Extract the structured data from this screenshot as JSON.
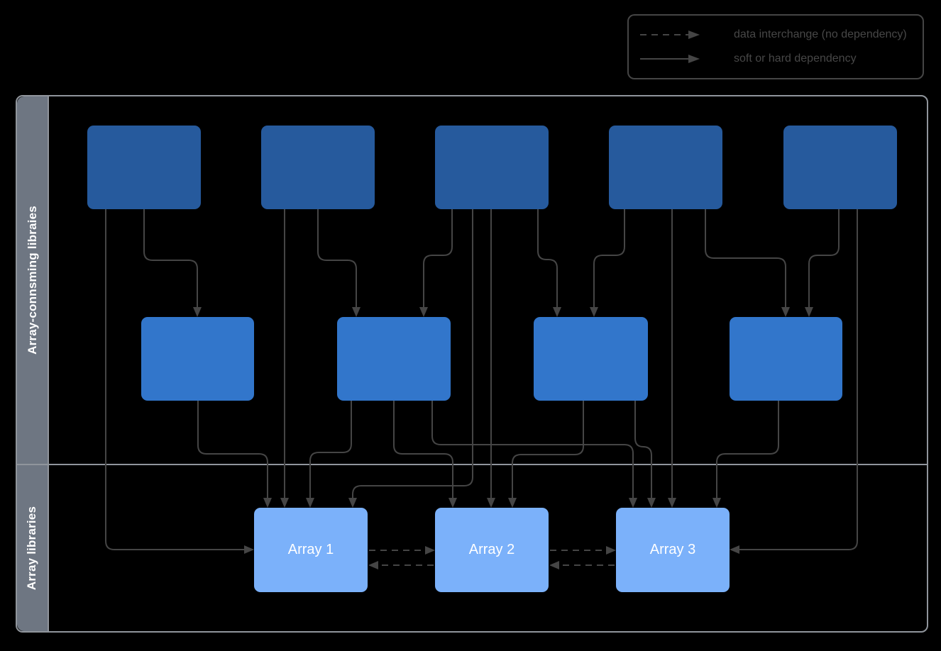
{
  "legend": {
    "items": [
      {
        "style": "dashed",
        "label": "data interchange (no dependency)"
      },
      {
        "style": "solid",
        "label": "soft or hard dependency"
      }
    ]
  },
  "lanes": [
    {
      "label": "Array-connsming libraies"
    },
    {
      "label": "Array libraries"
    }
  ],
  "diagram": {
    "nodes": [
      {
        "id": "c1",
        "role": "consumer-library",
        "label": ""
      },
      {
        "id": "c2",
        "role": "consumer-library",
        "label": ""
      },
      {
        "id": "c3",
        "role": "consumer-library",
        "label": ""
      },
      {
        "id": "c4",
        "role": "consumer-library",
        "label": ""
      },
      {
        "id": "c5",
        "role": "consumer-library",
        "label": ""
      },
      {
        "id": "m1",
        "role": "intermediate-library",
        "label": ""
      },
      {
        "id": "m2",
        "role": "intermediate-library",
        "label": ""
      },
      {
        "id": "m3",
        "role": "intermediate-library",
        "label": ""
      },
      {
        "id": "m4",
        "role": "intermediate-library",
        "label": ""
      },
      {
        "id": "a1",
        "role": "array-library",
        "label": "Array 1"
      },
      {
        "id": "a2",
        "role": "array-library",
        "label": "Array 2"
      },
      {
        "id": "a3",
        "role": "array-library",
        "label": "Array 3"
      }
    ],
    "edges": [
      {
        "from": "c1",
        "to": "a1",
        "kind": "soft or hard dependency"
      },
      {
        "from": "c1",
        "to": "m1",
        "kind": "soft or hard dependency"
      },
      {
        "from": "c2",
        "to": "a1",
        "kind": "soft or hard dependency"
      },
      {
        "from": "c2",
        "to": "m2",
        "kind": "soft or hard dependency"
      },
      {
        "from": "c3",
        "to": "m2",
        "kind": "soft or hard dependency"
      },
      {
        "from": "c3",
        "to": "a1",
        "kind": "soft or hard dependency"
      },
      {
        "from": "c3",
        "to": "a2",
        "kind": "soft or hard dependency"
      },
      {
        "from": "c3",
        "to": "m3",
        "kind": "soft or hard dependency"
      },
      {
        "from": "c4",
        "to": "m3",
        "kind": "soft or hard dependency"
      },
      {
        "from": "c4",
        "to": "a3",
        "kind": "soft or hard dependency"
      },
      {
        "from": "c4",
        "to": "m4",
        "kind": "soft or hard dependency"
      },
      {
        "from": "c5",
        "to": "m4",
        "kind": "soft or hard dependency"
      },
      {
        "from": "c5",
        "to": "a3",
        "kind": "soft or hard dependency"
      },
      {
        "from": "m1",
        "to": "a1",
        "kind": "soft or hard dependency"
      },
      {
        "from": "m2",
        "to": "a1",
        "kind": "soft or hard dependency"
      },
      {
        "from": "m2",
        "to": "a2",
        "kind": "soft or hard dependency"
      },
      {
        "from": "m2",
        "to": "a3",
        "kind": "soft or hard dependency"
      },
      {
        "from": "m3",
        "to": "a2",
        "kind": "soft or hard dependency"
      },
      {
        "from": "m3",
        "to": "a3",
        "kind": "soft or hard dependency"
      },
      {
        "from": "m4",
        "to": "a3",
        "kind": "soft or hard dependency"
      },
      {
        "from": "a1",
        "to": "a2",
        "kind": "data interchange (no dependency)"
      },
      {
        "from": "a2",
        "to": "a1",
        "kind": "data interchange (no dependency)"
      },
      {
        "from": "a2",
        "to": "a3",
        "kind": "data interchange (no dependency)"
      },
      {
        "from": "a3",
        "to": "a2",
        "kind": "data interchange (no dependency)"
      }
    ]
  },
  "colors": {
    "background": "#000000",
    "consumer_box": "#265a9d",
    "intermediate_box": "#3276cb",
    "array_box": "#7bb1fa",
    "connector": "#454545",
    "frame": "#90959c",
    "lane_fill": "#6e7682",
    "box_text": "#ffffff",
    "legend_text": "#474747"
  }
}
